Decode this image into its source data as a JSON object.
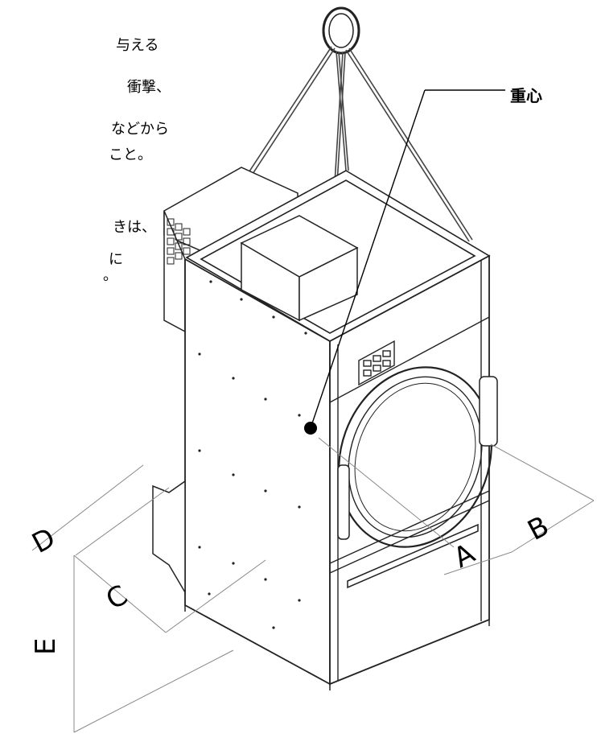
{
  "left_note": {
    "lines": [
      "与える",
      "衝撃、",
      "などから",
      "こと。",
      "きは、",
      "に",
      "。"
    ]
  },
  "labels": {
    "center_of_gravity": "重心",
    "dim_a": "A",
    "dim_b": "B",
    "dim_c": "C",
    "dim_d": "D",
    "dim_e": "E"
  },
  "front_panel": {
    "control_buttons": 6
  }
}
